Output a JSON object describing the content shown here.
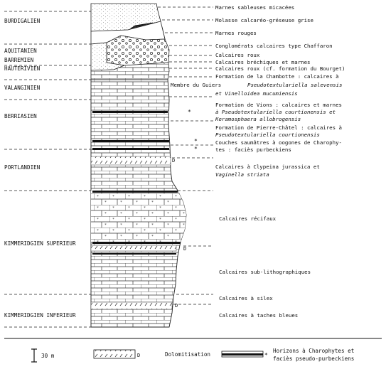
{
  "stages": [
    {
      "id": "burdigalien",
      "label": "BURDIGALIEN"
    },
    {
      "id": "aquitanien",
      "label": "AQUITANIEN"
    },
    {
      "id": "barremien",
      "label": "BARREMIEN"
    },
    {
      "id": "hauterivien",
      "label": "HAUTERIVIEN"
    },
    {
      "id": "valanginien",
      "label": "VALANGINIEN"
    },
    {
      "id": "berriasien",
      "label": "BERRIASIEN"
    },
    {
      "id": "portlandien",
      "label": "PORTLANDIEN"
    },
    {
      "id": "kimmeridgien-superieur",
      "label": "KIMMERIDGIEN SUPERIEUR"
    },
    {
      "id": "kimmeridgien-inferieur",
      "label": "KIMMERIDGIEN INFERIEUR"
    }
  ],
  "descriptions": [
    {
      "lines": [
        "Marnes sableuses micacées"
      ]
    },
    {
      "lines": [
        "Molasse calcaréo-gréseuse grise"
      ]
    },
    {
      "lines": [
        "Marnes rouges"
      ]
    },
    {
      "lines": [
        "Conglomérats calcaires type Chaffaron"
      ]
    },
    {
      "lines": [
        "Calcaires roux"
      ]
    },
    {
      "lines": [
        "Calcaires bréchiques et marnes"
      ]
    },
    {
      "lines": [
        "Calcaires roux (cf. formation du Bourget)"
      ]
    },
    {
      "lines": [
        "Formation de la Chambotte : calcaires à"
      ]
    },
    {
      "lines": [
        "Membre du Guiers",
        "Pseudotextulariella salevensis"
      ]
    },
    {
      "lines": [
        "et Vinelloidea mucumiensis"
      ]
    },
    {
      "lines": [
        "Formation de Vions : calcaires et marnes",
        "à Pseudotextulariella courtionensis et",
        "Keramosphaera allobrogensis"
      ]
    },
    {
      "lines": [
        "Formation de Pierre-Châtel : calcaires à",
        "Pseudotextulariella courtionensis"
      ]
    },
    {
      "lines": [
        "Couches saumâtres à oogones de Charophy-",
        "tes : faciès purbeckiens"
      ]
    },
    {
      "lines": [
        "Calcaires à Clypeina jurassica et",
        "Vaginella striata"
      ]
    },
    {
      "lines": [
        "Calcaires récifaux"
      ]
    },
    {
      "lines": [
        "Calcaires sub-lithographiques"
      ]
    },
    {
      "lines": [
        "Calcaires à silex"
      ]
    },
    {
      "lines": [
        "Calcaires à taches bleues"
      ]
    }
  ],
  "legend": {
    "scale": "30 m",
    "dolomitisation": "Dolomitisation",
    "charophytes_line1": "Horizons à Charophytes et",
    "charophytes_line2": "faciès pseudo-purbeckiens"
  }
}
